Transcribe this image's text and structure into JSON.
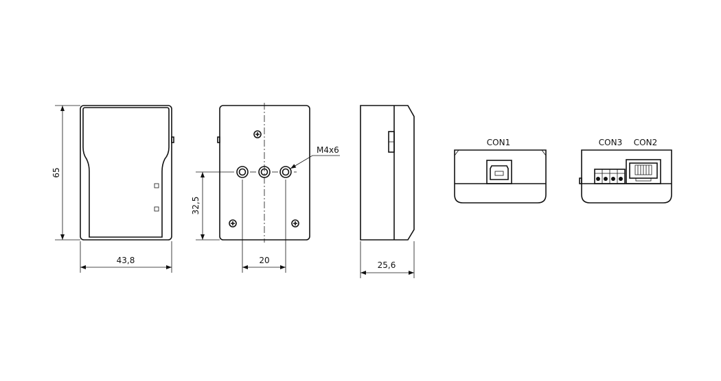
{
  "front_view": {
    "height_dim": "65",
    "width_dim": "43,8"
  },
  "rear_view": {
    "hole_height_dim": "32,5",
    "hole_spacing_dim": "20",
    "thread_callout": "M4x6"
  },
  "side_view": {
    "depth_dim": "25,6"
  },
  "connector_views": {
    "con1": "CON1",
    "con3": "CON3",
    "con2": "CON2"
  }
}
